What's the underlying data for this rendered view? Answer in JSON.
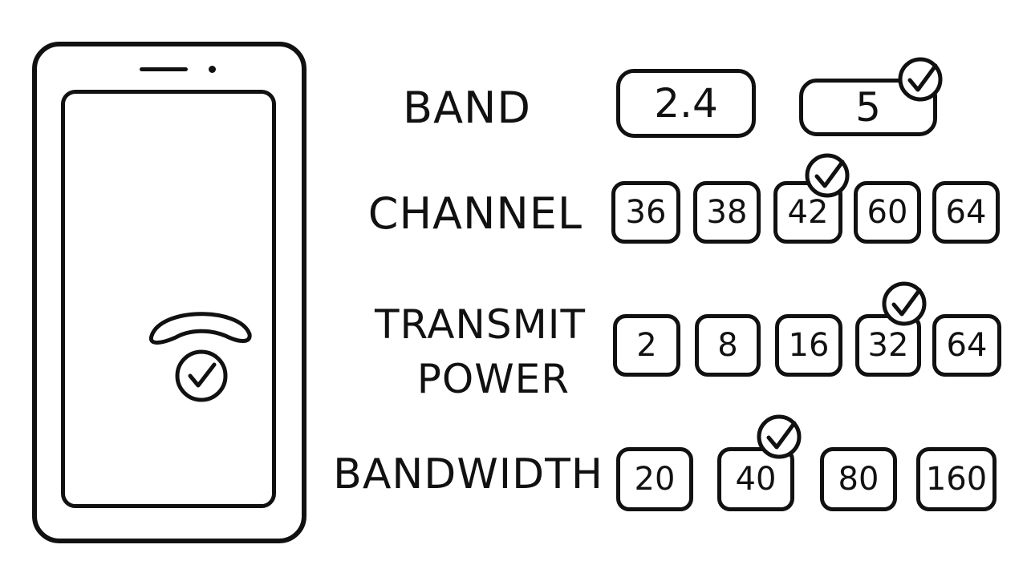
{
  "settings": [
    {
      "key": "band",
      "label": "BAND",
      "options": [
        "2.4",
        "5"
      ],
      "selected": "5"
    },
    {
      "key": "channel",
      "label": "CHANNEL",
      "options": [
        "36",
        "38",
        "42",
        "60",
        "64"
      ],
      "selected": "42"
    },
    {
      "key": "transmit_power",
      "label_line1": "TRANSMIT",
      "label_line2": "POWER",
      "options": [
        "2",
        "8",
        "16",
        "32",
        "64"
      ],
      "selected": "32"
    },
    {
      "key": "bandwidth",
      "label": "BANDWIDTH",
      "options": [
        "20",
        "40",
        "80",
        "160"
      ],
      "selected": "40"
    }
  ],
  "icons": {
    "phone": "phone-outline-icon",
    "wifi_connected": "wifi-check-icon",
    "selected_marker": "check-circle-icon"
  }
}
